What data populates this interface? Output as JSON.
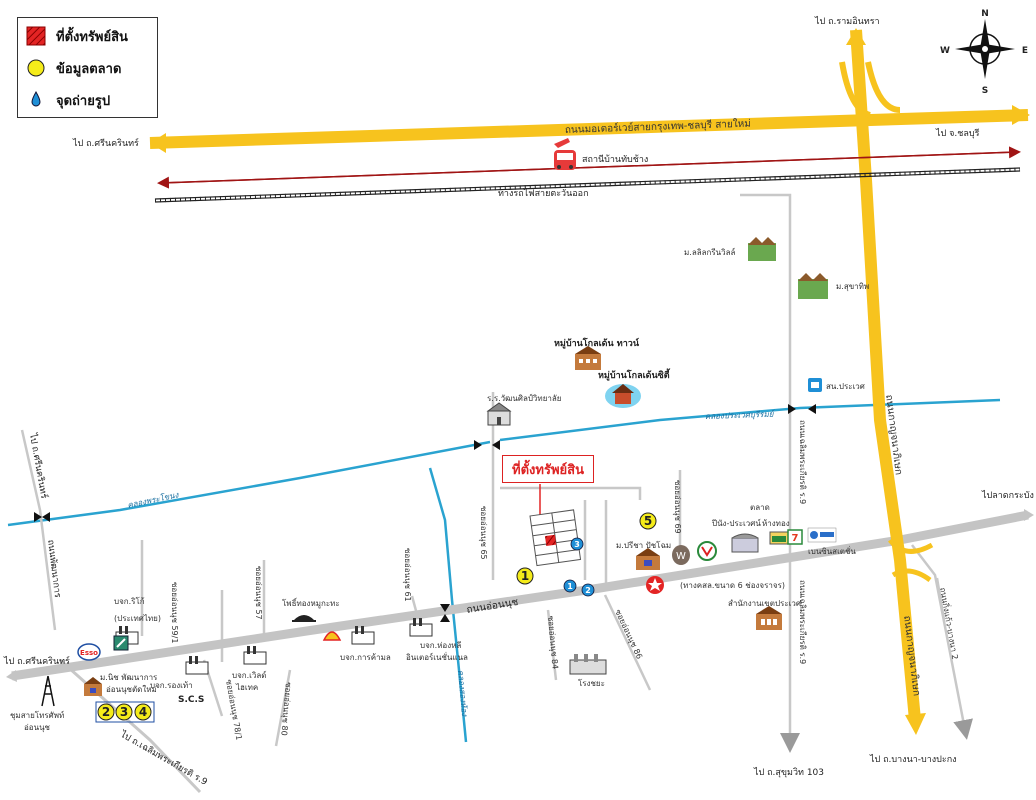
{
  "legend": {
    "property": "ที่ตั้งทรัพย์สิน",
    "market_data": "ข้อมูลตลาด",
    "photo_point": "จุดถ่ายรูป"
  },
  "compass": {
    "n": "N",
    "s": "S",
    "e": "E",
    "w": "W"
  },
  "roads": {
    "motorway": "ถนนมอเตอร์เวย์สายกรุงเทพ-ชลบุรี สายใหม่",
    "to_srinakarin_top": "ไป ถ.ศรีนครินทร์",
    "to_chonburi": "ไป จ.ชลบุรี",
    "to_ramindra": "ไป ถ.รามอินทรา",
    "to_latkrabang": "ไปลาดกระบัง",
    "kanchanaphisek": "ถนนกาญจนาภิเษก",
    "kanchanaphisek_lower": "ถนนกาญจนาภิเษก",
    "to_bangna": "ไป ถ.บางนา-บางปะกง",
    "to_sukhumvit103": "ไป ถ.สุขุมวิท 103",
    "onnut": "ถนนอ่อนนุช",
    "phatthanakan": "ถนนพัฒนาการ",
    "to_srinakarin_left": "ไป ถ.ศรีนครินทร์",
    "to_srinakarin_bottom": "ไป ถ.ศรีนครินทร์",
    "to_chaloem": "ไป ถ.เฉลิมพระเกียรติ ร.9",
    "chaloem_upper": "ถนนเฉลิมพระเกียรติ ร.9",
    "chaloem_lower": "ถนนเฉลิมพระเกียรติ ร.9",
    "king_kaeo": "ถนนกิ่งแก้ว-บางนา 2",
    "soi_65": "ซอยอ่อนนุช 65",
    "soi_69": "ซอยอ่อนนุช 69",
    "soi_84": "ซอยอ่อนนุช 84",
    "soi_86": "ซอยอ่อนนุช 86",
    "soi_61": "ซอยอ่อนนุช 61",
    "soi_57": "ซอยอ่อนนุช 57",
    "soi_59_1": "ซอยอ่อนนุช 59/1",
    "soi_78_1": "ซอยอ่อนนุช 78/1",
    "soi_80": "ซอยอ่อนนุช 80",
    "road_note": "(ทางคสล.ขนาด 6 ช่องจราจร)"
  },
  "rail": {
    "station": "สถานีบ้านทับช้าง",
    "line": "ทางรถไฟสายตะวันออก"
  },
  "canals": {
    "prawet": "คลองประเวศบุรีรมย์",
    "khlong_left": "คลองพระโขนง",
    "khlong_vertical": "คลองสองห้อง"
  },
  "places": {
    "lalin_green": "ม.ลลิลกรีนวิลล์",
    "supalai": "ม.สุขาทิพ",
    "prawet_office": "สน.ประเวศ",
    "golden_town": "หมู่บ้านโกลเด้น ทาวน์",
    "golden_city": "หมู่บ้านโกลเด้นซิตี้",
    "school": "ร.ร.วัฒนศิลป์วิทยาลัย",
    "pruksa": "ม.ปรีชา ปัชโฉม",
    "market_top": "ตลาด",
    "market_name": "ปีนัง-ประเวศน์",
    "shophouse": "ห้างทอง",
    "district_office": "สำนักงานเขตประเวศ",
    "factory": "โรงชยะ",
    "kasikorn": "เบนซินสเตชั่น",
    "siriya": "บจก.ริโก้",
    "siriya_sub": "(ประเทศไทย)",
    "phongthong": "โพธิ์ทองหมูกะทะ",
    "shell_co": "บจก.การค้ามล",
    "hong": "บจก.ห่องหลี",
    "hong_sub": "อินเตอร์เนชั่นแนล",
    "rongthao": "บจก.รองเท้า",
    "scs": "S.C.S",
    "world": "บจก.เวิลด์",
    "world_sub": "ไฮเทค",
    "mbc": "ม.นิช พัฒนาการ",
    "mbc_sub": "อ่อนนุชตัดใหม่",
    "tower": "ชุมสายโทรศัพท์",
    "tower_sub": "อ่อนนุช"
  },
  "property_label": "ที่ตั้งทรัพย์สิน",
  "market_points": [
    "1",
    "2",
    "3",
    "4",
    "5"
  ],
  "photo_points": [
    "1",
    "2",
    "3"
  ],
  "colors": {
    "highway": "#f7c31e",
    "road": "#c8c8c8",
    "canal": "#2aa3d0",
    "rail_arrow": "#a01414",
    "property": "#e32424",
    "market": "#f5ec1a",
    "photo": "#1f8fd6"
  }
}
